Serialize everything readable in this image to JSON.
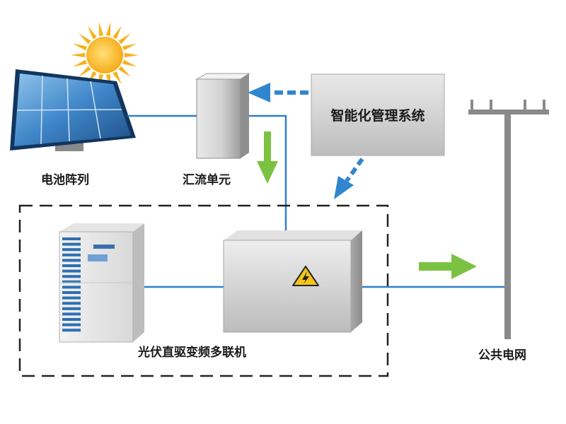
{
  "labels": {
    "solar_array": "电池阵列",
    "combiner_unit": "汇流单元",
    "management_system": "智能化管理系统",
    "ac_unit": "光伏直驱变频多联机",
    "public_grid": "公共电网"
  },
  "colors": {
    "wire": "#2f7fcf",
    "dashed_arrow": "#2f86cf",
    "energy_arrow": "#7cc242",
    "sun": "#f6b21a",
    "frame": "#222222"
  },
  "icons": {
    "warning": "high-voltage-warning-icon"
  }
}
